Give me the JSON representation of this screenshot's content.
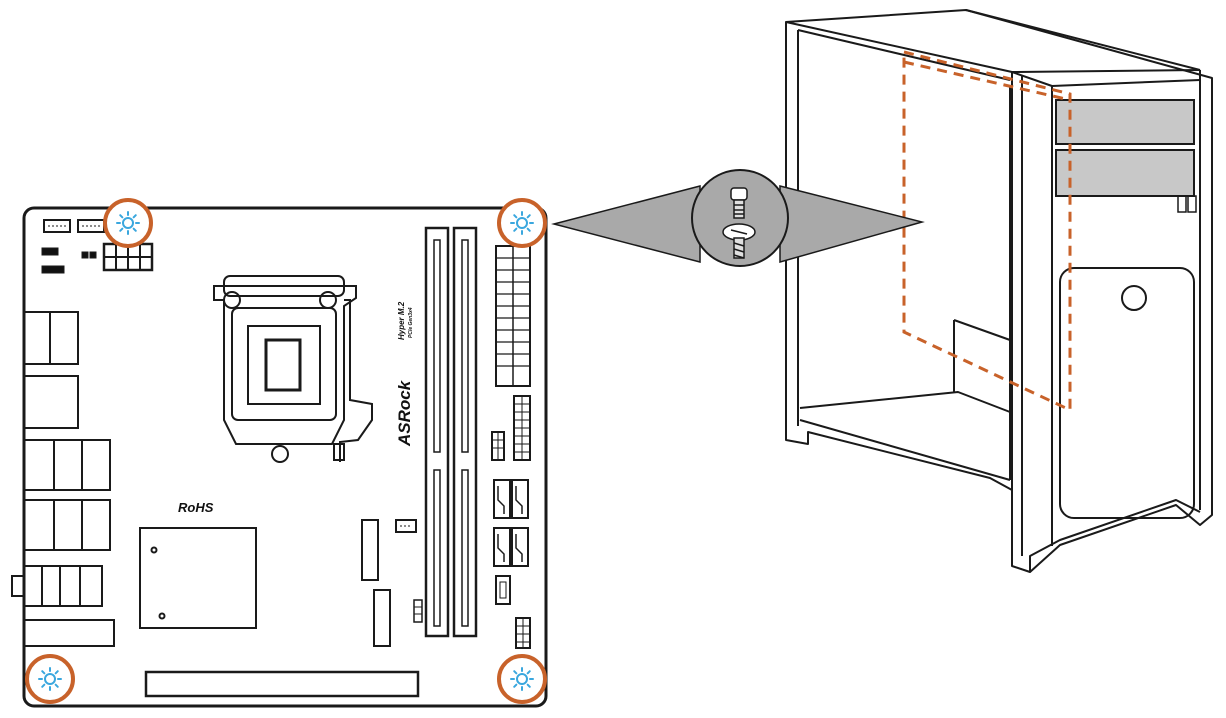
{
  "board": {
    "brand": "ASRock",
    "rohs": "RoHS",
    "m2_label": "Hyper M.2",
    "m2_sublabel": "PCIe Gen3x4"
  },
  "mount_holes": [
    {
      "name": "mount-hole-top-left"
    },
    {
      "name": "mount-hole-top-right"
    },
    {
      "name": "mount-hole-bottom-left"
    },
    {
      "name": "mount-hole-bottom-right"
    }
  ],
  "colors": {
    "highlight": "#c8622a",
    "hole_marker": "#3aa7de",
    "callout_fill": "#a9a9a9",
    "drive_bay_fill": "#c8c8c8",
    "line": "#1a1a1a"
  },
  "icons": [
    "standoff-icon",
    "screw-icon"
  ]
}
